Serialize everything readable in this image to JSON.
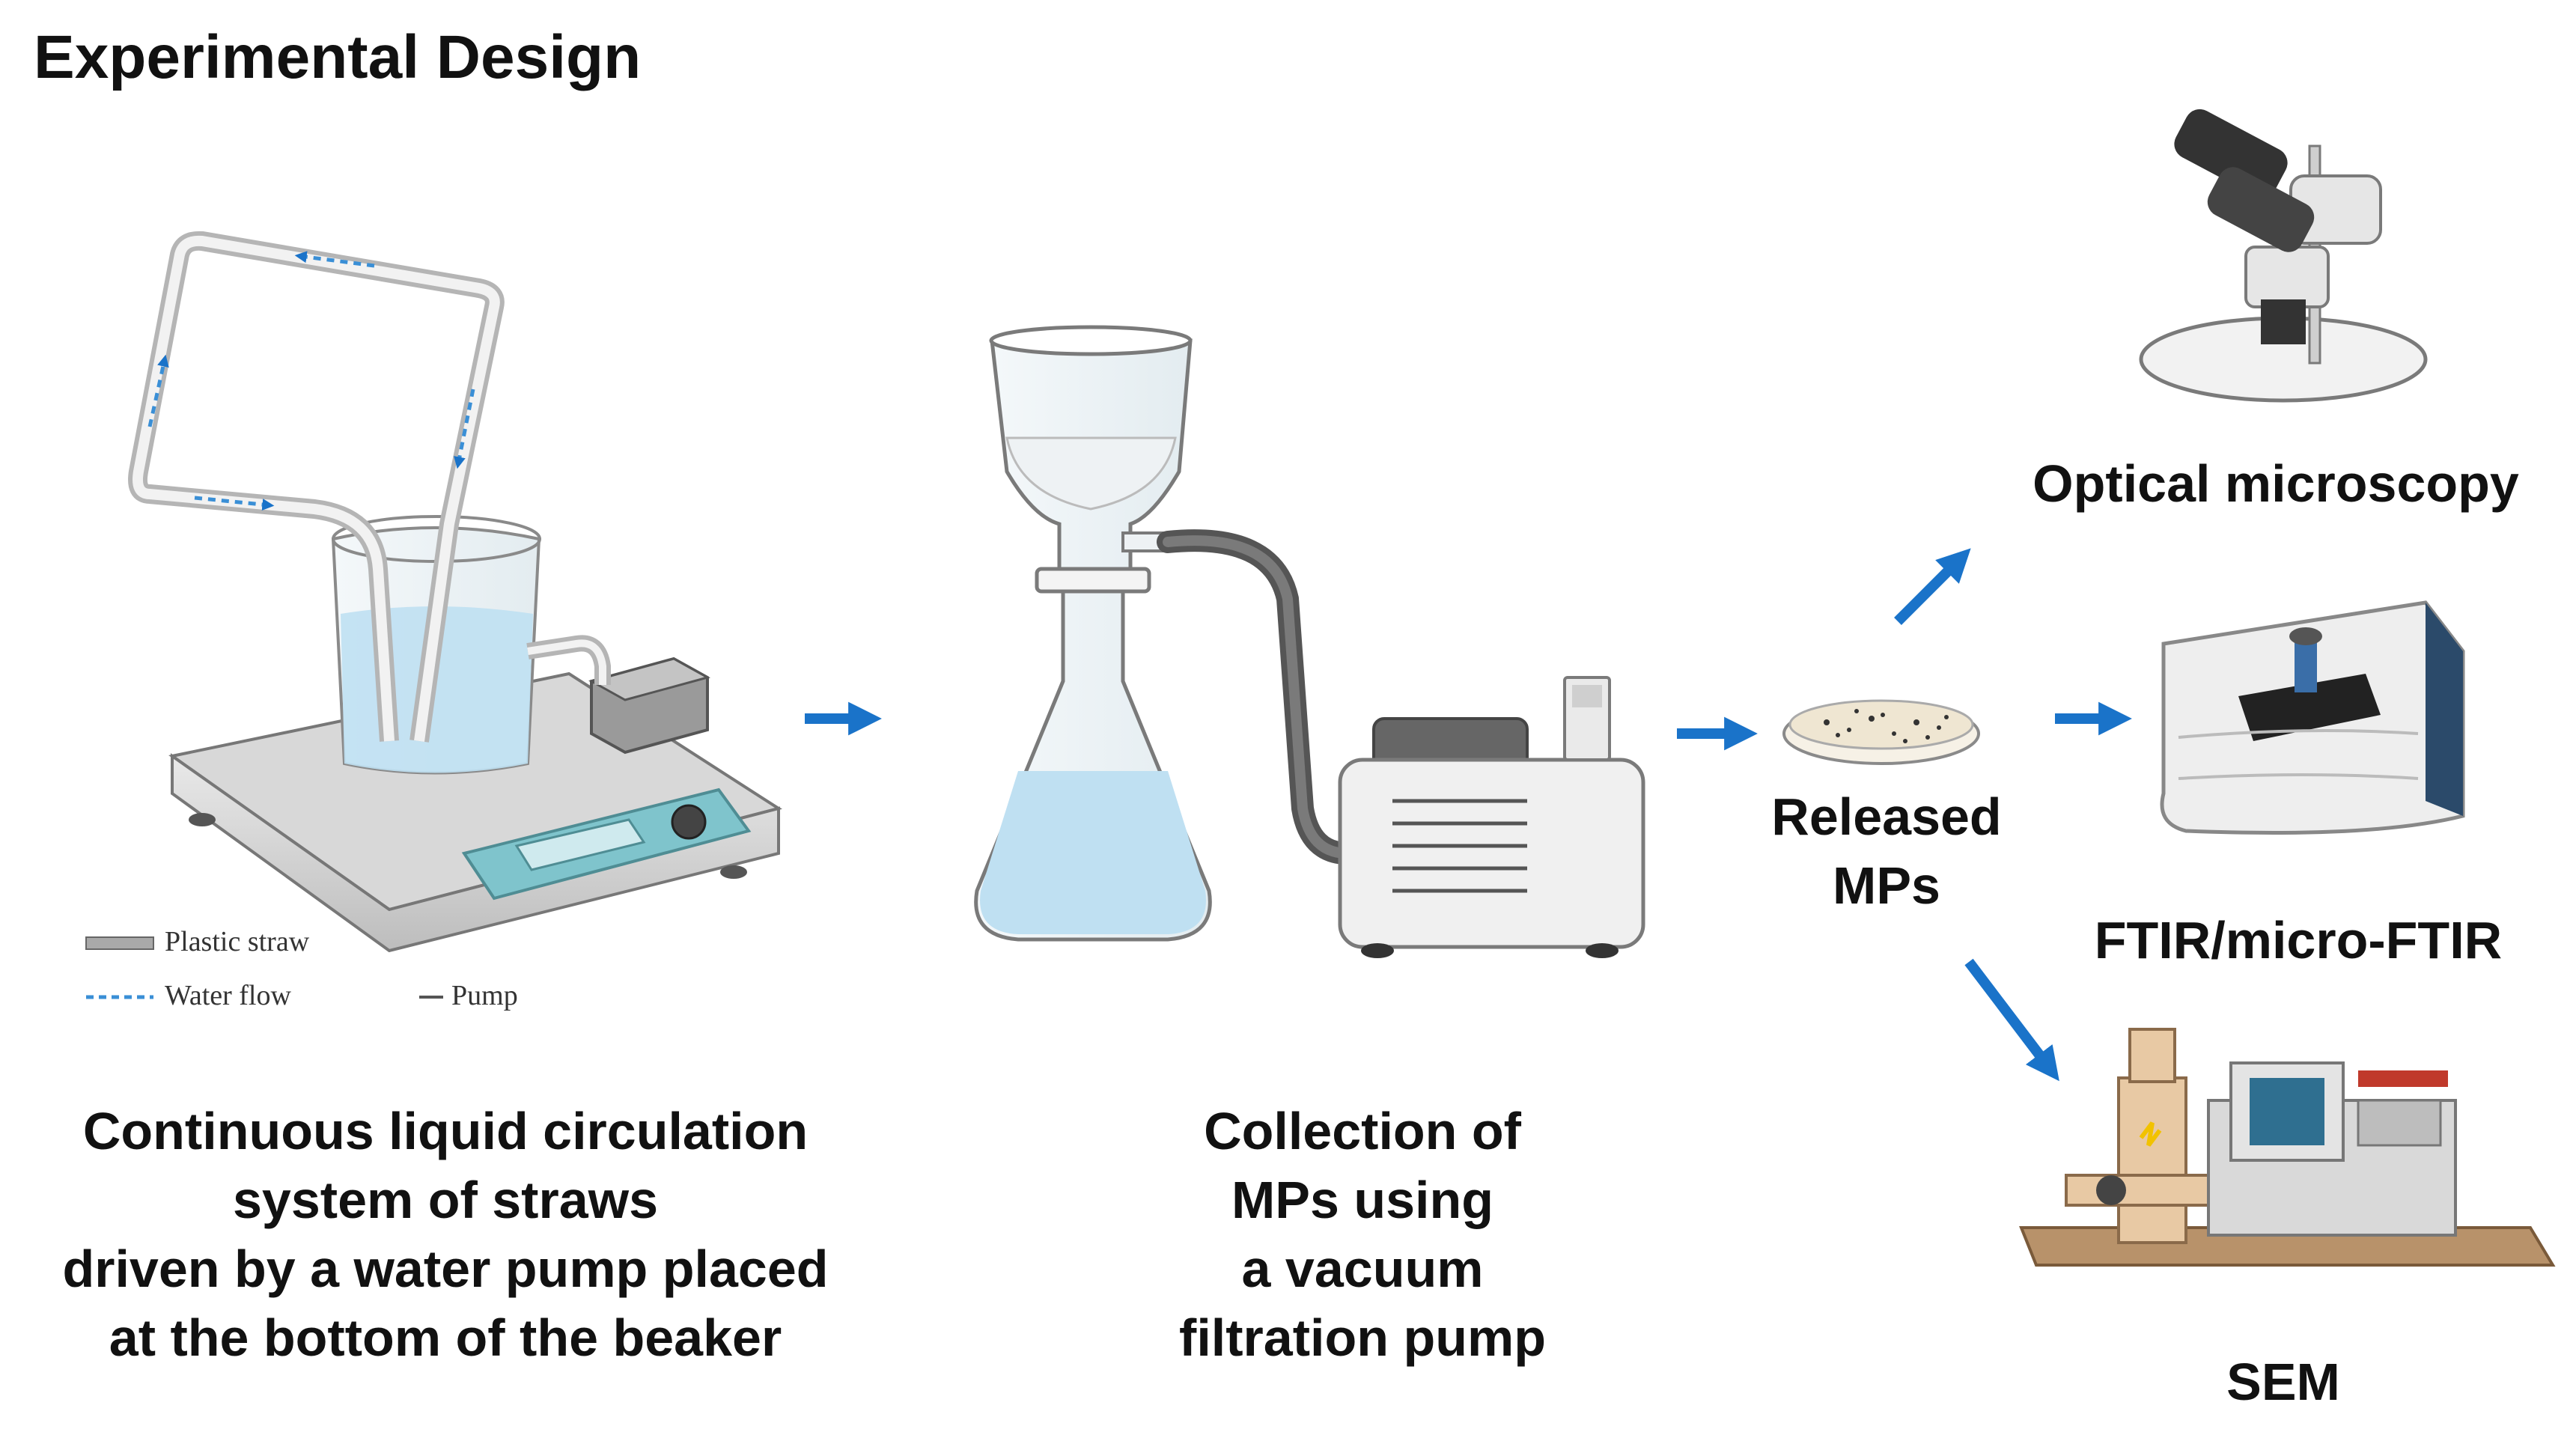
{
  "title": "Experimental Design",
  "legend": {
    "plastic_straw": "Plastic straw",
    "water_flow": "Water flow",
    "pump": "Pump"
  },
  "captions": {
    "circulation": [
      "Continuous liquid circulation",
      "system of straws",
      "driven by a water pump placed",
      "at the bottom of the beaker"
    ],
    "collection": [
      "Collection of",
      "MPs using",
      "a vacuum",
      "filtration pump"
    ],
    "released": [
      "Released",
      "MPs"
    ],
    "optical": "Optical microscopy",
    "ftir": "FTIR/micro-FTIR",
    "sem": "SEM"
  },
  "colors": {
    "arrow": "#1a73c9",
    "water": "#bfe0f2",
    "device_gray": "#d9d9d9",
    "panel_teal": "#7fc4cc",
    "tube_dark": "#555555",
    "sem_tan": "#e8c9a4",
    "sem_base": "#b8926a"
  }
}
